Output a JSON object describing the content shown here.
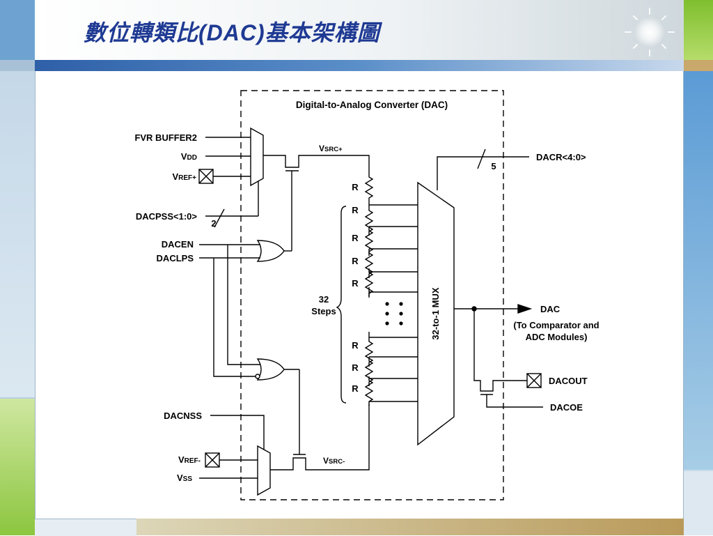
{
  "slide": {
    "title_prefix": "數位轉類比",
    "title_ascii": "(DAC)",
    "title_suffix": "基本架構圖"
  },
  "colors": {
    "title": "#1f3a93",
    "accent_blue": "#5b8fc9",
    "accent_green": "#8cc63f",
    "accent_tan": "#c9a86b"
  },
  "diagram": {
    "box_title": "Digital-to-Analog Converter (DAC)",
    "inputs": {
      "fvr_buffer2": "FVR BUFFER2",
      "vdd_main": "V",
      "vdd_sub": "DD",
      "vref_plus_main": "V",
      "vref_plus_sub": "REF+",
      "dacpss": "DACPSS<1:0>",
      "dacpss_width": "2",
      "dacen": "DACEN",
      "daclps": "DACLPS",
      "dacnss": "DACNSS",
      "vref_minus_main": "V",
      "vref_minus_sub": "REF-",
      "vss_main": "V",
      "vss_sub": "SS"
    },
    "vsrc_plus_main": "V",
    "vsrc_plus_sub": "SRC+",
    "vsrc_minus_main": "V",
    "vsrc_minus_sub": "SRC-",
    "resistor_label": "R",
    "steps_count": "32",
    "steps_word": "Steps",
    "mux_label": "32-to-1 MUX",
    "dacr": "DACR<4:0>",
    "dacr_width": "5",
    "dac_output": "DAC",
    "dac_note_line1": "(To Comparator and",
    "dac_note_line2": "ADC Modules)",
    "dacout": "DACOUT",
    "dacoe": "DACOE"
  }
}
